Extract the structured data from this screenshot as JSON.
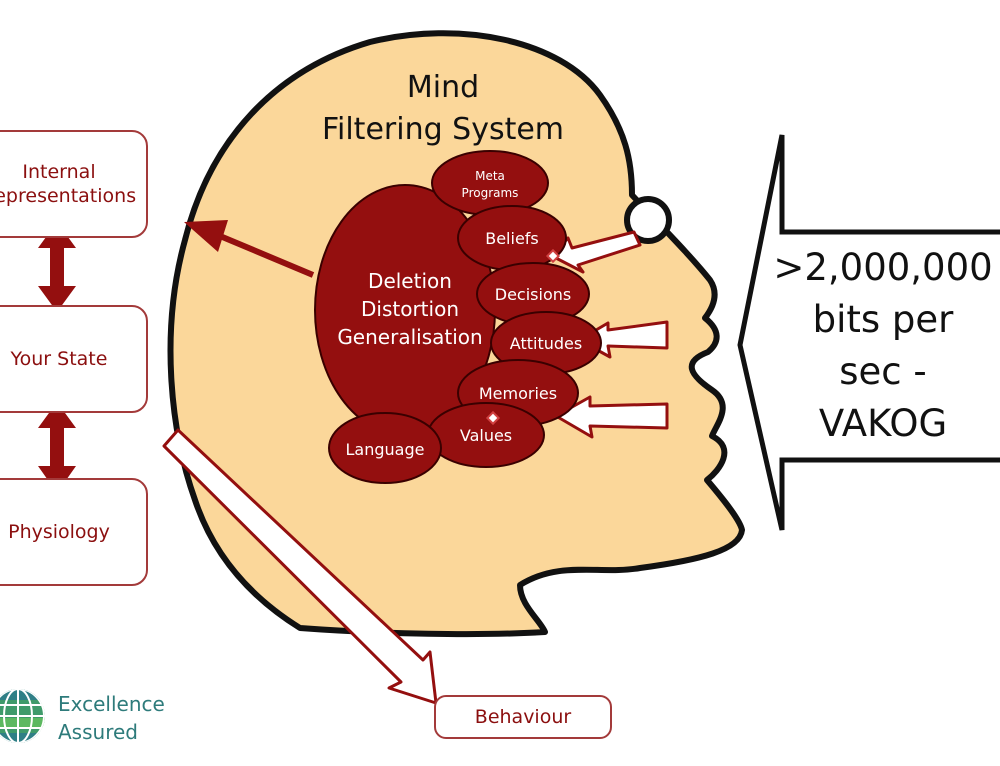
{
  "title": [
    "Mind",
    "Filtering System"
  ],
  "filter_core": [
    "Deletion",
    "Distortion",
    "Generalisation"
  ],
  "filters": {
    "meta_programs": [
      "Meta",
      "Programs"
    ],
    "beliefs": "Beliefs",
    "decisions": "Decisions",
    "attitudes": "Attitudes",
    "memories": "Memories",
    "values": "Values",
    "language": "Language"
  },
  "input_bubble": [
    ">2,000,000",
    "bits per",
    "sec -",
    "VAKOG"
  ],
  "left_boxes": {
    "internal_representations": [
      "Internal",
      "Representations"
    ],
    "your_state": "Your State",
    "physiology": "Physiology"
  },
  "behaviour": "Behaviour",
  "logo": {
    "line1": "Excellence",
    "line2": "Assured"
  },
  "colors": {
    "head_fill": "#fbd79a",
    "filter_fill": "#940f0f",
    "arrow_red": "#940f0f",
    "box_border": "#a33a3a",
    "logo_text": "#2e7b7b"
  }
}
